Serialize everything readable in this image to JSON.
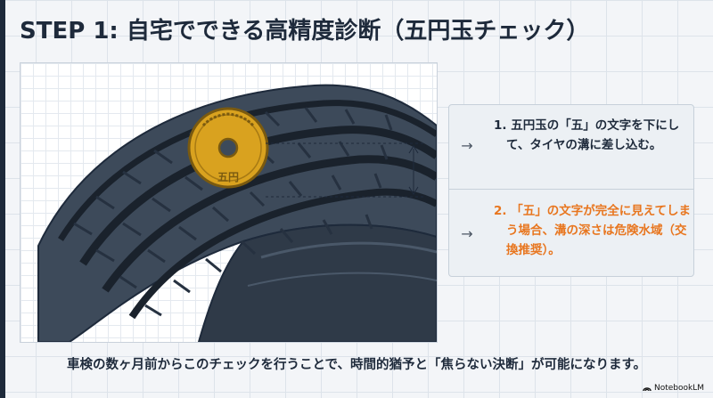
{
  "title": "STEP 1: 自宅でできる高精度診断（五円玉チェック）",
  "coin": {
    "mark": "五円"
  },
  "steps": [
    {
      "arrow": "→",
      "text": "1. 五円玉の「五」の文字を下にして、タイヤの溝に差し込む。"
    },
    {
      "arrow": "→",
      "text": "2. 「五」の文字が完全に見えてしまう場合、溝の深さは危険水域（交換推奨）。"
    }
  ],
  "footer": "車検の数ヶ月前からこのチェックを行うことで、時間的猶予と「焦らない決断」が可能になります。",
  "brand": "NotebookLM",
  "colors": {
    "navy": "#1e2a3b",
    "accent": "#e8761f",
    "coin": "#d9a21f",
    "tire": "#3d4a5a"
  }
}
